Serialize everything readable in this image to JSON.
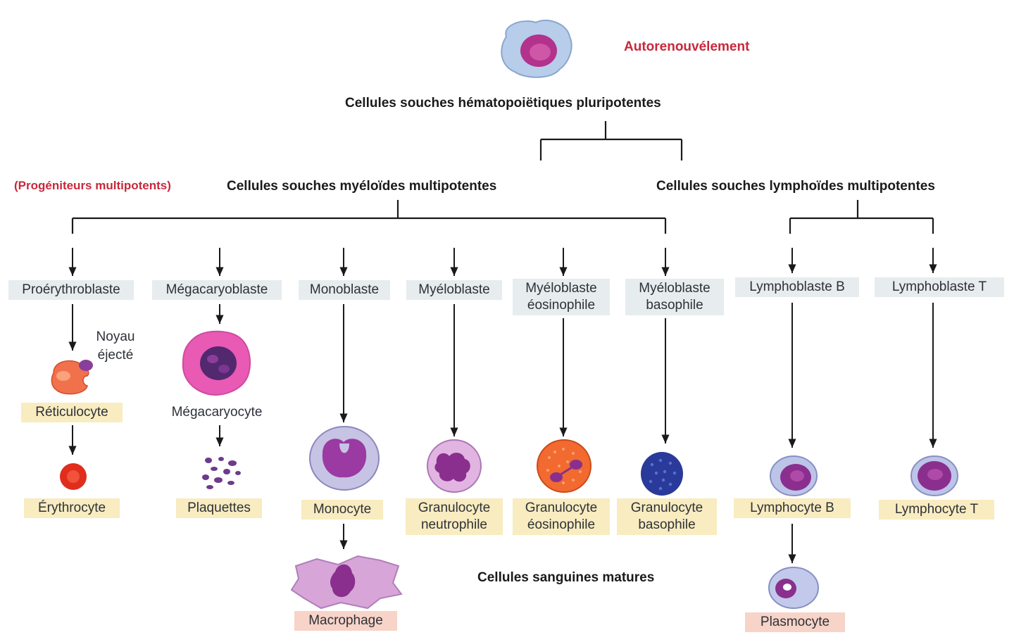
{
  "top": {
    "self_renewal": "Autorenouvélement",
    "hsc": "Cellules souches hématopoiëtiques pluripotentes"
  },
  "level2": {
    "multipotent_progenitors": "(Progéniteurs multipotents)",
    "myeloid": "Cellules souches myéloïdes multipotentes",
    "lymphoid": "Cellules souches lymphoïdes multipotentes"
  },
  "progenitors": {
    "proerythroblast": "Proérythroblaste",
    "megakaryoblast": "Mégacaryoblaste",
    "monoblast": "Monoblaste",
    "myeloblast": "Myéloblaste",
    "myeloblast_eos_1": "Myéloblaste",
    "myeloblast_eos_2": "éosinophile",
    "myeloblast_baso_1": "Myéloblaste",
    "myeloblast_baso_2": "basophile",
    "lymphoblast_b": "Lymphoblaste B",
    "lymphoblast_t": "Lymphoblaste  T"
  },
  "intermediate": {
    "nucleus_1": "Noyau",
    "nucleus_2": "éjecté",
    "reticulocyte": "Réticulocyte",
    "megakaryocyte": "Mégacaryocyte"
  },
  "mature": {
    "erythrocyte": "Érythrocyte",
    "platelets": "Plaquettes",
    "monocyte": "Monocyte",
    "neutrophil_1": "Granulocyte",
    "neutrophil_2": "neutrophile",
    "eosinophil_1": "Granulocyte",
    "eosinophil_2": "éosinophile",
    "basophil_1": "Granulocyte",
    "basophil_2": "basophile",
    "lymphocyte_b": "Lymphocyte  B",
    "lymphocyte_t": "Lymphocyte  T",
    "mature_cells": "Cellules sanguines matures"
  },
  "final": {
    "macrophage": "Macrophage",
    "plasmocyte": "Plasmocyte"
  },
  "colors": {
    "red_label": "#c8283c",
    "progenitor_box": "#e7ecee",
    "mature_box": "#f8ecc0",
    "final_box": "#f7d3c8",
    "connector": "#1a1a1a"
  }
}
